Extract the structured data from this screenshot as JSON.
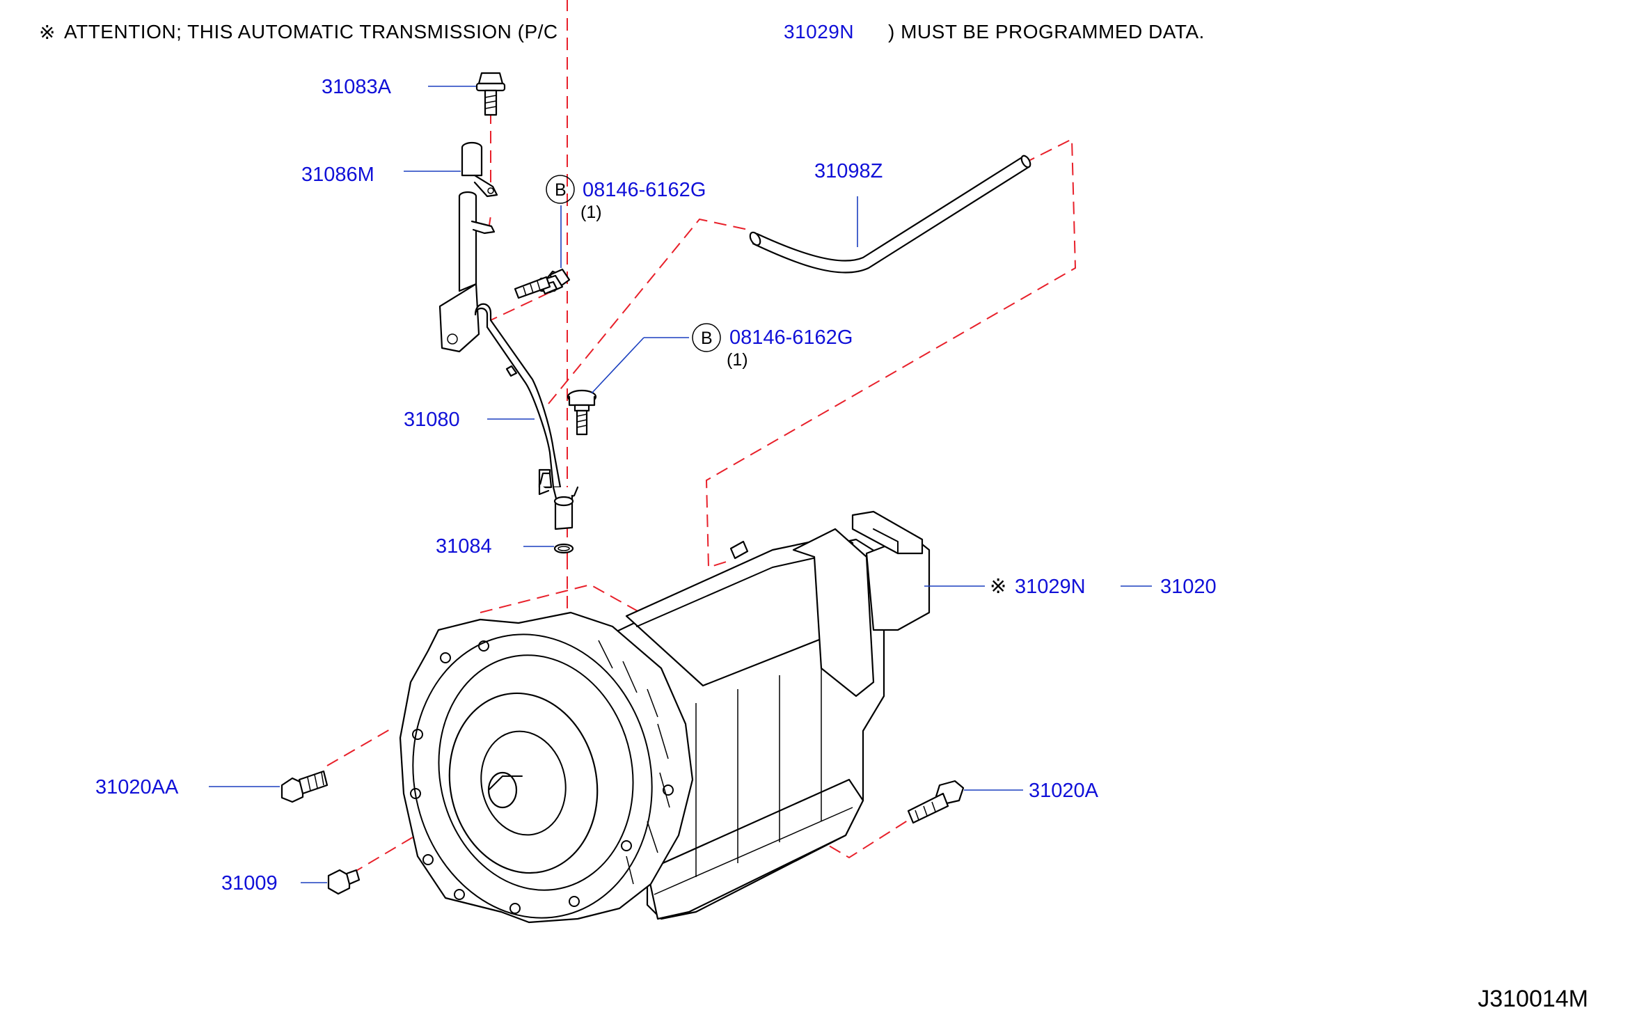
{
  "attention": {
    "symbol": "※",
    "prefix": "ATTENTION;  THIS  AUTOMATIC  TRANSMISSION  (P/C",
    "part": "31029N",
    "suffix": ")  MUST  BE  PROGRAMMED  DATA."
  },
  "callouts": {
    "p31083A": "31083A",
    "p31086M": "31086M",
    "bolt1": {
      "circle": "B",
      "part": "08146-6162G",
      "qty": "(1)"
    },
    "bolt2": {
      "circle": "B",
      "part": "08146-6162G",
      "qty": "(1)"
    },
    "p31098Z": "31098Z",
    "p31080": "31080",
    "p31084": "31084",
    "p31029N": {
      "symbol": "※",
      "part": "31029N"
    },
    "p31020": "31020",
    "p31020AA": "31020AA",
    "p31020A": "31020A",
    "p31009": "31009"
  },
  "diagram_code": "J310014M",
  "colors": {
    "part_number": "#1010d8",
    "dashed_link": "#e8202a",
    "leader": "#1a3fbf"
  }
}
